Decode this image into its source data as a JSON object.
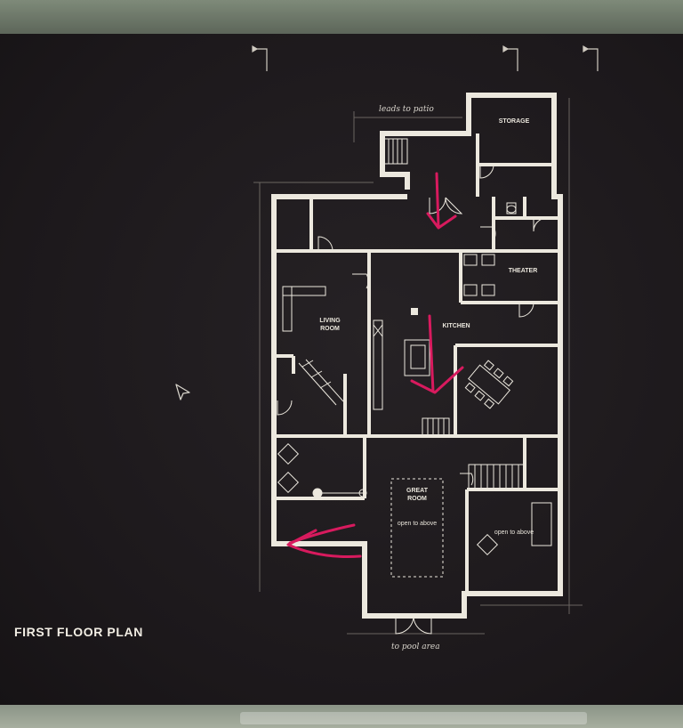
{
  "plan": {
    "title": "FIRST FLOOR PLAN",
    "rooms": {
      "storage": "STORAGE",
      "theater": "THEATER",
      "living_room": "LIVING ROOM",
      "kitchen": "KITCHEN",
      "great_room": "GREAT ROOM"
    },
    "notes": {
      "leads_to_patio": "leads to patio",
      "to_pool_area": "to pool area",
      "great_room_open": "open to above",
      "side_open": "open to above"
    }
  },
  "annotations": {
    "arrow_color": "#d81a5e",
    "arrow_count": 3
  },
  "colors": {
    "wall": "#ece8de",
    "screen": "#1e1a1d"
  },
  "icons": [
    "mouse-cursor-icon"
  ]
}
